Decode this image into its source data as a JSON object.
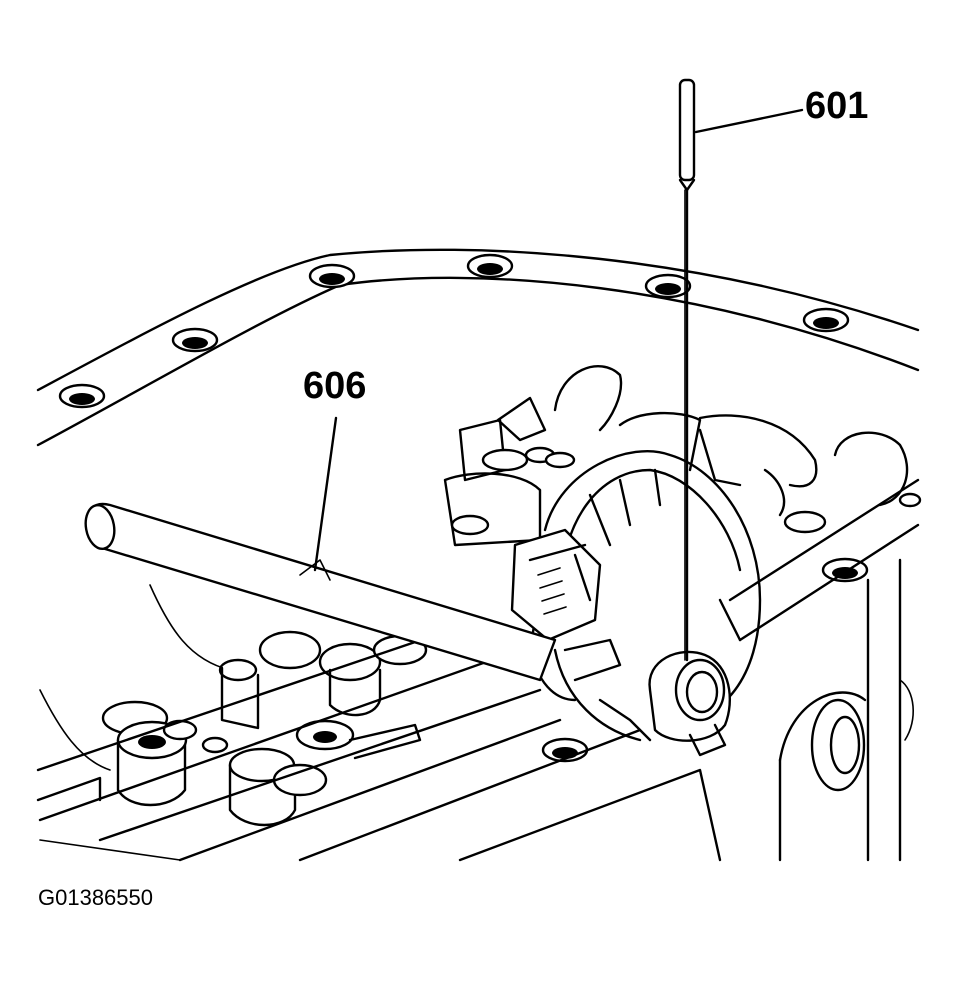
{
  "callouts": {
    "tool_601": "601",
    "tool_606": "606"
  },
  "figure_id": "G01386550",
  "colors": {
    "ink": "#000000",
    "paper": "#ffffff"
  }
}
